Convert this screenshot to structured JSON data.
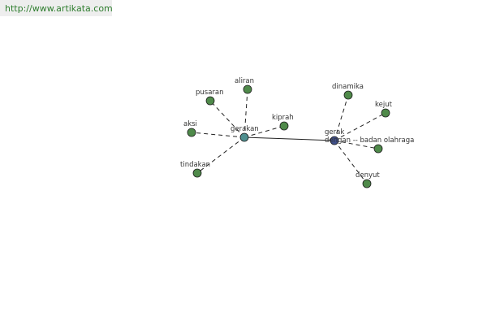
{
  "header": {
    "url": "http://www.artikata.com"
  },
  "colors": {
    "leaf": "#4f8a4a",
    "hub_gerakan": "#4f8f8f",
    "hub_gerak": "#3f4f8a",
    "url_bg": "#eeeeee",
    "url_text": "#2e7d2e"
  },
  "nodes": [
    {
      "id": "gerakan",
      "label": "gerakan",
      "kind": "hub_gerakan"
    },
    {
      "id": "gerak",
      "label": "gerak",
      "kind": "hub_gerak"
    },
    {
      "id": "dengan",
      "label": "dengan -- badan olahraga",
      "kind": "leaf"
    },
    {
      "id": "aliran",
      "label": "aliran",
      "kind": "leaf"
    },
    {
      "id": "pusaran",
      "label": "pusaran",
      "kind": "leaf"
    },
    {
      "id": "kiprah",
      "label": "kiprah",
      "kind": "leaf"
    },
    {
      "id": "aksi",
      "label": "aksi",
      "kind": "leaf"
    },
    {
      "id": "tindakan",
      "label": "tindakan",
      "kind": "leaf"
    },
    {
      "id": "dinamika",
      "label": "dinamika",
      "kind": "leaf"
    },
    {
      "id": "kejut",
      "label": "kejut",
      "kind": "leaf"
    },
    {
      "id": "denyut",
      "label": "denyut",
      "kind": "leaf"
    }
  ],
  "edges": [
    {
      "from": "gerakan",
      "to": "gerak",
      "style": "solid"
    },
    {
      "from": "gerakan",
      "to": "aliran",
      "style": "dashed"
    },
    {
      "from": "gerakan",
      "to": "pusaran",
      "style": "dashed"
    },
    {
      "from": "gerakan",
      "to": "kiprah",
      "style": "dashed"
    },
    {
      "from": "gerakan",
      "to": "aksi",
      "style": "dashed"
    },
    {
      "from": "gerakan",
      "to": "tindakan",
      "style": "dashed"
    },
    {
      "from": "gerak",
      "to": "dinamika",
      "style": "dashed"
    },
    {
      "from": "gerak",
      "to": "kejut",
      "style": "dashed"
    },
    {
      "from": "gerak",
      "to": "dengan",
      "style": "dashed"
    },
    {
      "from": "gerak",
      "to": "denyut",
      "style": "dashed"
    }
  ]
}
